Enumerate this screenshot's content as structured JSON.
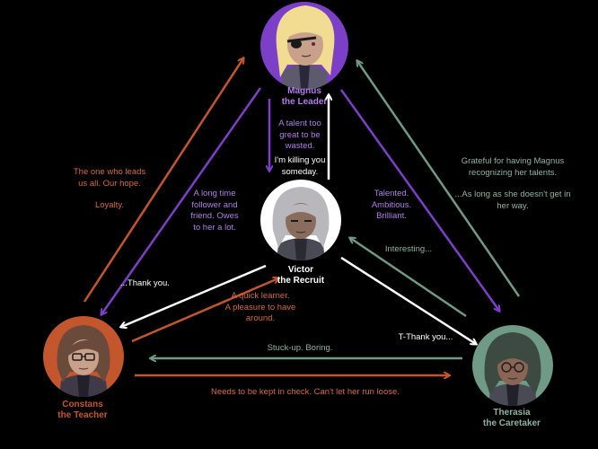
{
  "colors": {
    "background": "#000000",
    "magnus": "#7b3fc8",
    "constans": "#c4562e",
    "therasia": "#6f9a86",
    "victor": "#ffffff",
    "magnus_text": "#b07de6",
    "constans_text": "#d46a40",
    "therasia_text": "#8fb3a2"
  },
  "characters": {
    "magnus": {
      "name": "Magnus",
      "role": "the Leader"
    },
    "victor": {
      "name": "Victor",
      "role": "the Recruit"
    },
    "constans": {
      "name": "Constans",
      "role": "the Teacher"
    },
    "therasia": {
      "name": "Therasia",
      "role": "the Caretaker"
    }
  },
  "relations": {
    "magnus_to_victor": [
      "A talent too",
      "great to be",
      "wasted."
    ],
    "victor_to_magnus": [
      "I'm killing you",
      "someday."
    ],
    "magnus_to_constans": [
      "A long time",
      "follower and",
      "friend. Owes",
      "to her a lot."
    ],
    "constans_to_magnus": [
      "The one who leads",
      "us all. Our hope.",
      "",
      "Loyalty."
    ],
    "magnus_to_therasia": [
      "Talented.",
      "Ambitious.",
      "Brilliant."
    ],
    "therasia_to_magnus": [
      "Grateful for having Magnus",
      "recognizing her talents.",
      "",
      "...As long as she doesn't get in",
      "her way."
    ],
    "victor_to_constans": [
      "...Thank you."
    ],
    "constans_to_victor": [
      "A quick learner.",
      "A pleasure to have",
      "around."
    ],
    "therasia_to_victor": [
      "Interesting..."
    ],
    "victor_to_therasia": [
      "T-Thank you..."
    ],
    "therasia_to_constans": [
      "Stuck-up. Boring."
    ],
    "constans_to_therasia": [
      "Needs to be kept in check. Can't let her run loose."
    ]
  }
}
